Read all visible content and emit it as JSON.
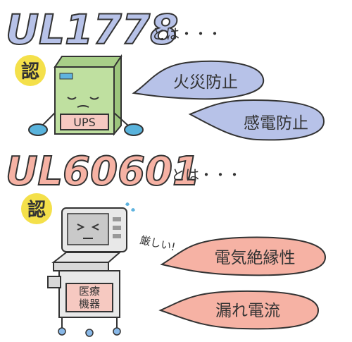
{
  "section1": {
    "standard": "UL1778",
    "suffix": "とは・・・",
    "cert_badge": "認",
    "device_label": "UPS",
    "bubbles": [
      "火災防止",
      "感電防止"
    ],
    "colors": {
      "title_fill": "#b7c2e8",
      "bubble_fill": "#b7c2e8",
      "device_fill": "#bfe0a0",
      "badge_fill": "#f4e04a",
      "glove_fill": "#59b3dc"
    }
  },
  "section2": {
    "standard": "UL60601",
    "suffix": "とは・・・",
    "cert_badge": "認",
    "aside_label": "厳しい!",
    "device_label_line1": "医療",
    "device_label_line2": "機器",
    "bubbles": [
      "電気絶縁性",
      "漏れ電流"
    ],
    "colors": {
      "title_fill": "#f6b2a4",
      "bubble_fill": "#f6b2a4",
      "device_fill": "#e8e8e8",
      "screen_fill": "#c9c9c9",
      "wheel_fill": "#88b8e8",
      "badge_fill": "#f4e04a"
    }
  }
}
